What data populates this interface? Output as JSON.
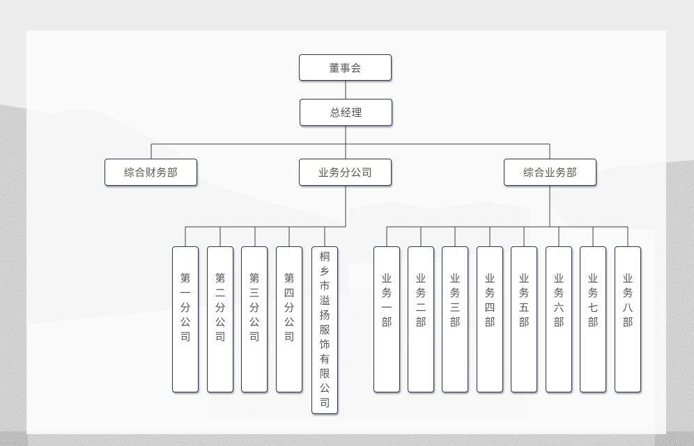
{
  "org_chart": {
    "root": "董事会",
    "level2": "总经理",
    "departments": {
      "left": "综合财务部",
      "center": "业务分公司",
      "right": "综合业务部"
    },
    "branches": [
      "第一分公司",
      "第二分公司",
      "第三分公司",
      "第四分公司",
      "桐乡市溢扬服饰有限公司"
    ],
    "business_units": [
      "业务一部",
      "业务二部",
      "业务三部",
      "业务四部",
      "业务五部",
      "业务六部",
      "业务七部",
      "业务八部"
    ]
  }
}
